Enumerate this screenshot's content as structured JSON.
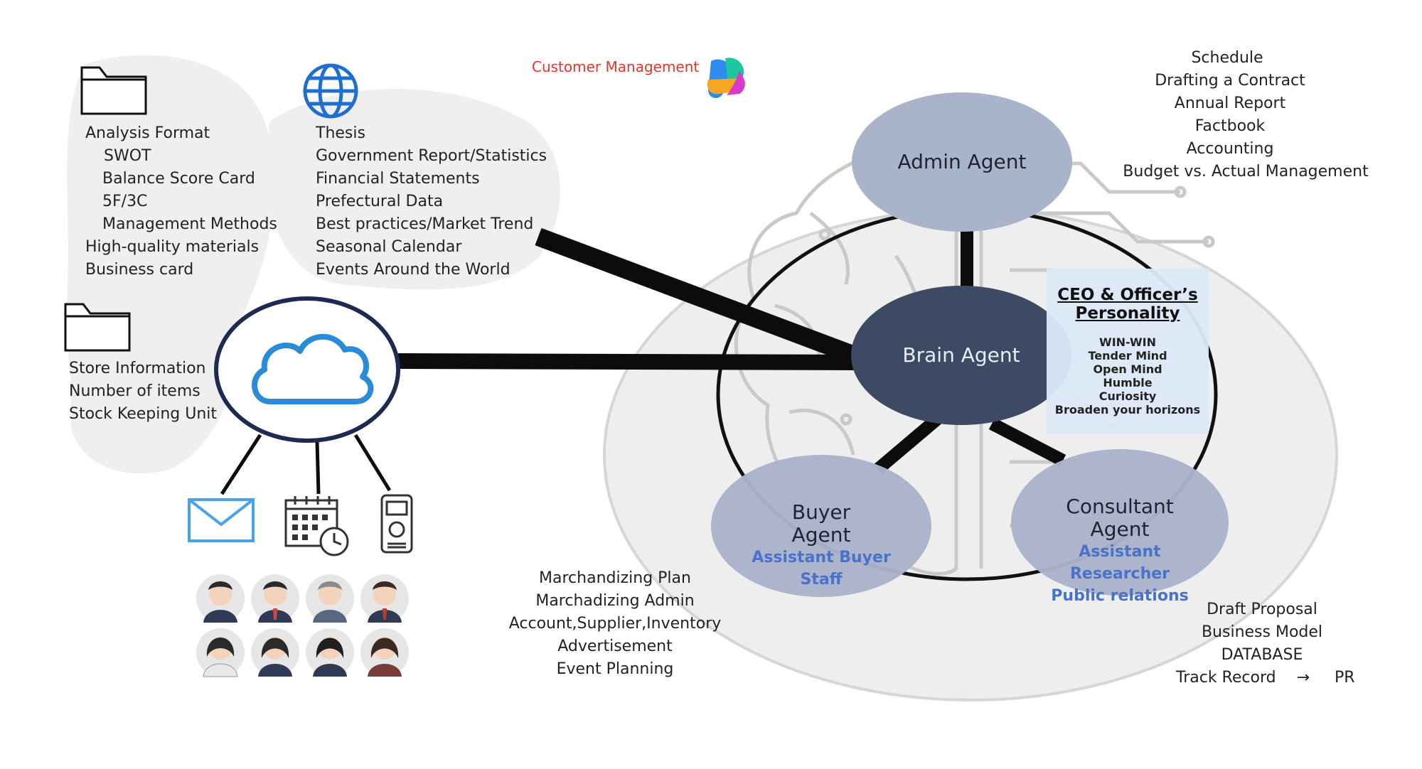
{
  "header": {
    "customer_management": "Customer Management"
  },
  "left_panel": {
    "analysis_items": [
      "Analysis Format",
      "SWOT",
      "Balance Score Card",
      "5F/3C",
      "Management Methods",
      "High-quality materials",
      "Business card"
    ],
    "web_items": [
      "Thesis",
      "Government Report/Statistics",
      "Financial Statements",
      "Prefectural Data",
      "Best practices/Market Trend",
      "Seasonal Calendar",
      "Events Around the World"
    ],
    "store_items": [
      "Store Information",
      "Number of items",
      "Stock Keeping Unit"
    ]
  },
  "agents": {
    "admin": "Admin Agent",
    "brain": "Brain Agent",
    "buyer_line1": "Buyer",
    "buyer_line2": "Agent",
    "buyer_sub": [
      "Assistant Buyer",
      "Staff"
    ],
    "consultant_line1": "Consultant",
    "consultant_line2": "Agent",
    "consultant_sub": [
      "Assistant",
      "Researcher",
      "Public relations"
    ]
  },
  "ceo": {
    "title_line1": "CEO & Officer’s",
    "title_line2": "Personality",
    "traits": [
      "WIN-WIN",
      "Tender Mind",
      "Open Mind",
      "Humble",
      "Curiosity",
      "Broaden your horizons"
    ]
  },
  "admin_tasks": [
    "Schedule",
    "Drafting a Contract",
    "Annual Report",
    "Factbook",
    "Accounting",
    "Budget vs. Actual Management"
  ],
  "buyer_tasks": [
    "Marchandizing Plan",
    "Marchadizing Admin",
    "Account,Supplier,Inventory",
    "Advertisement",
    "Event Planning"
  ],
  "consultant_tasks": [
    "Draft Proposal",
    "Business Model",
    "DATABASE"
  ],
  "track_record": {
    "left": "Track Record",
    "arrow": "→",
    "right": "PR"
  },
  "colors": {
    "brain": "#3d4a63",
    "agent": "#a9b3c9",
    "outer_circle": "#eeeeee",
    "cloud_blue": "#2a8bd6",
    "globe_blue": "#1f6fd1",
    "highlight_red": "#e8332a",
    "sub_blue": "#4a72c9"
  },
  "icons": [
    "folder-icon",
    "globe-icon",
    "cloud-icon",
    "mail-icon",
    "calendar-icon",
    "recorder-icon",
    "person-icon",
    "copilot-logo-icon",
    "brain-circuit-icon"
  ]
}
